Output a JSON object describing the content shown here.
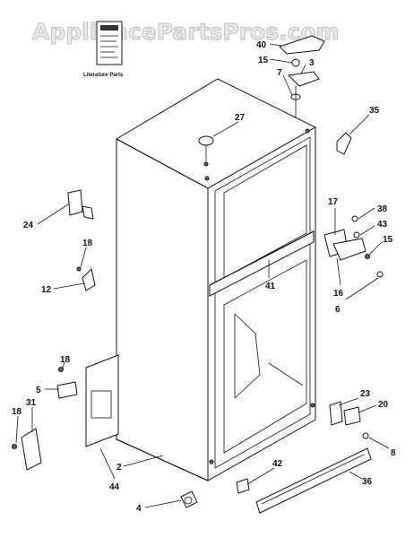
{
  "watermark": "AppliancePartsPros.com",
  "literature_label": "Literature Parts",
  "callouts": [
    "40",
    "15",
    "3",
    "7",
    "27",
    "35",
    "24",
    "17",
    "38",
    "43",
    "15",
    "18",
    "12",
    "16",
    "41",
    "6",
    "18",
    "5",
    "31",
    "18",
    "23",
    "20",
    "8",
    "2",
    "44",
    "42",
    "36",
    "4"
  ]
}
